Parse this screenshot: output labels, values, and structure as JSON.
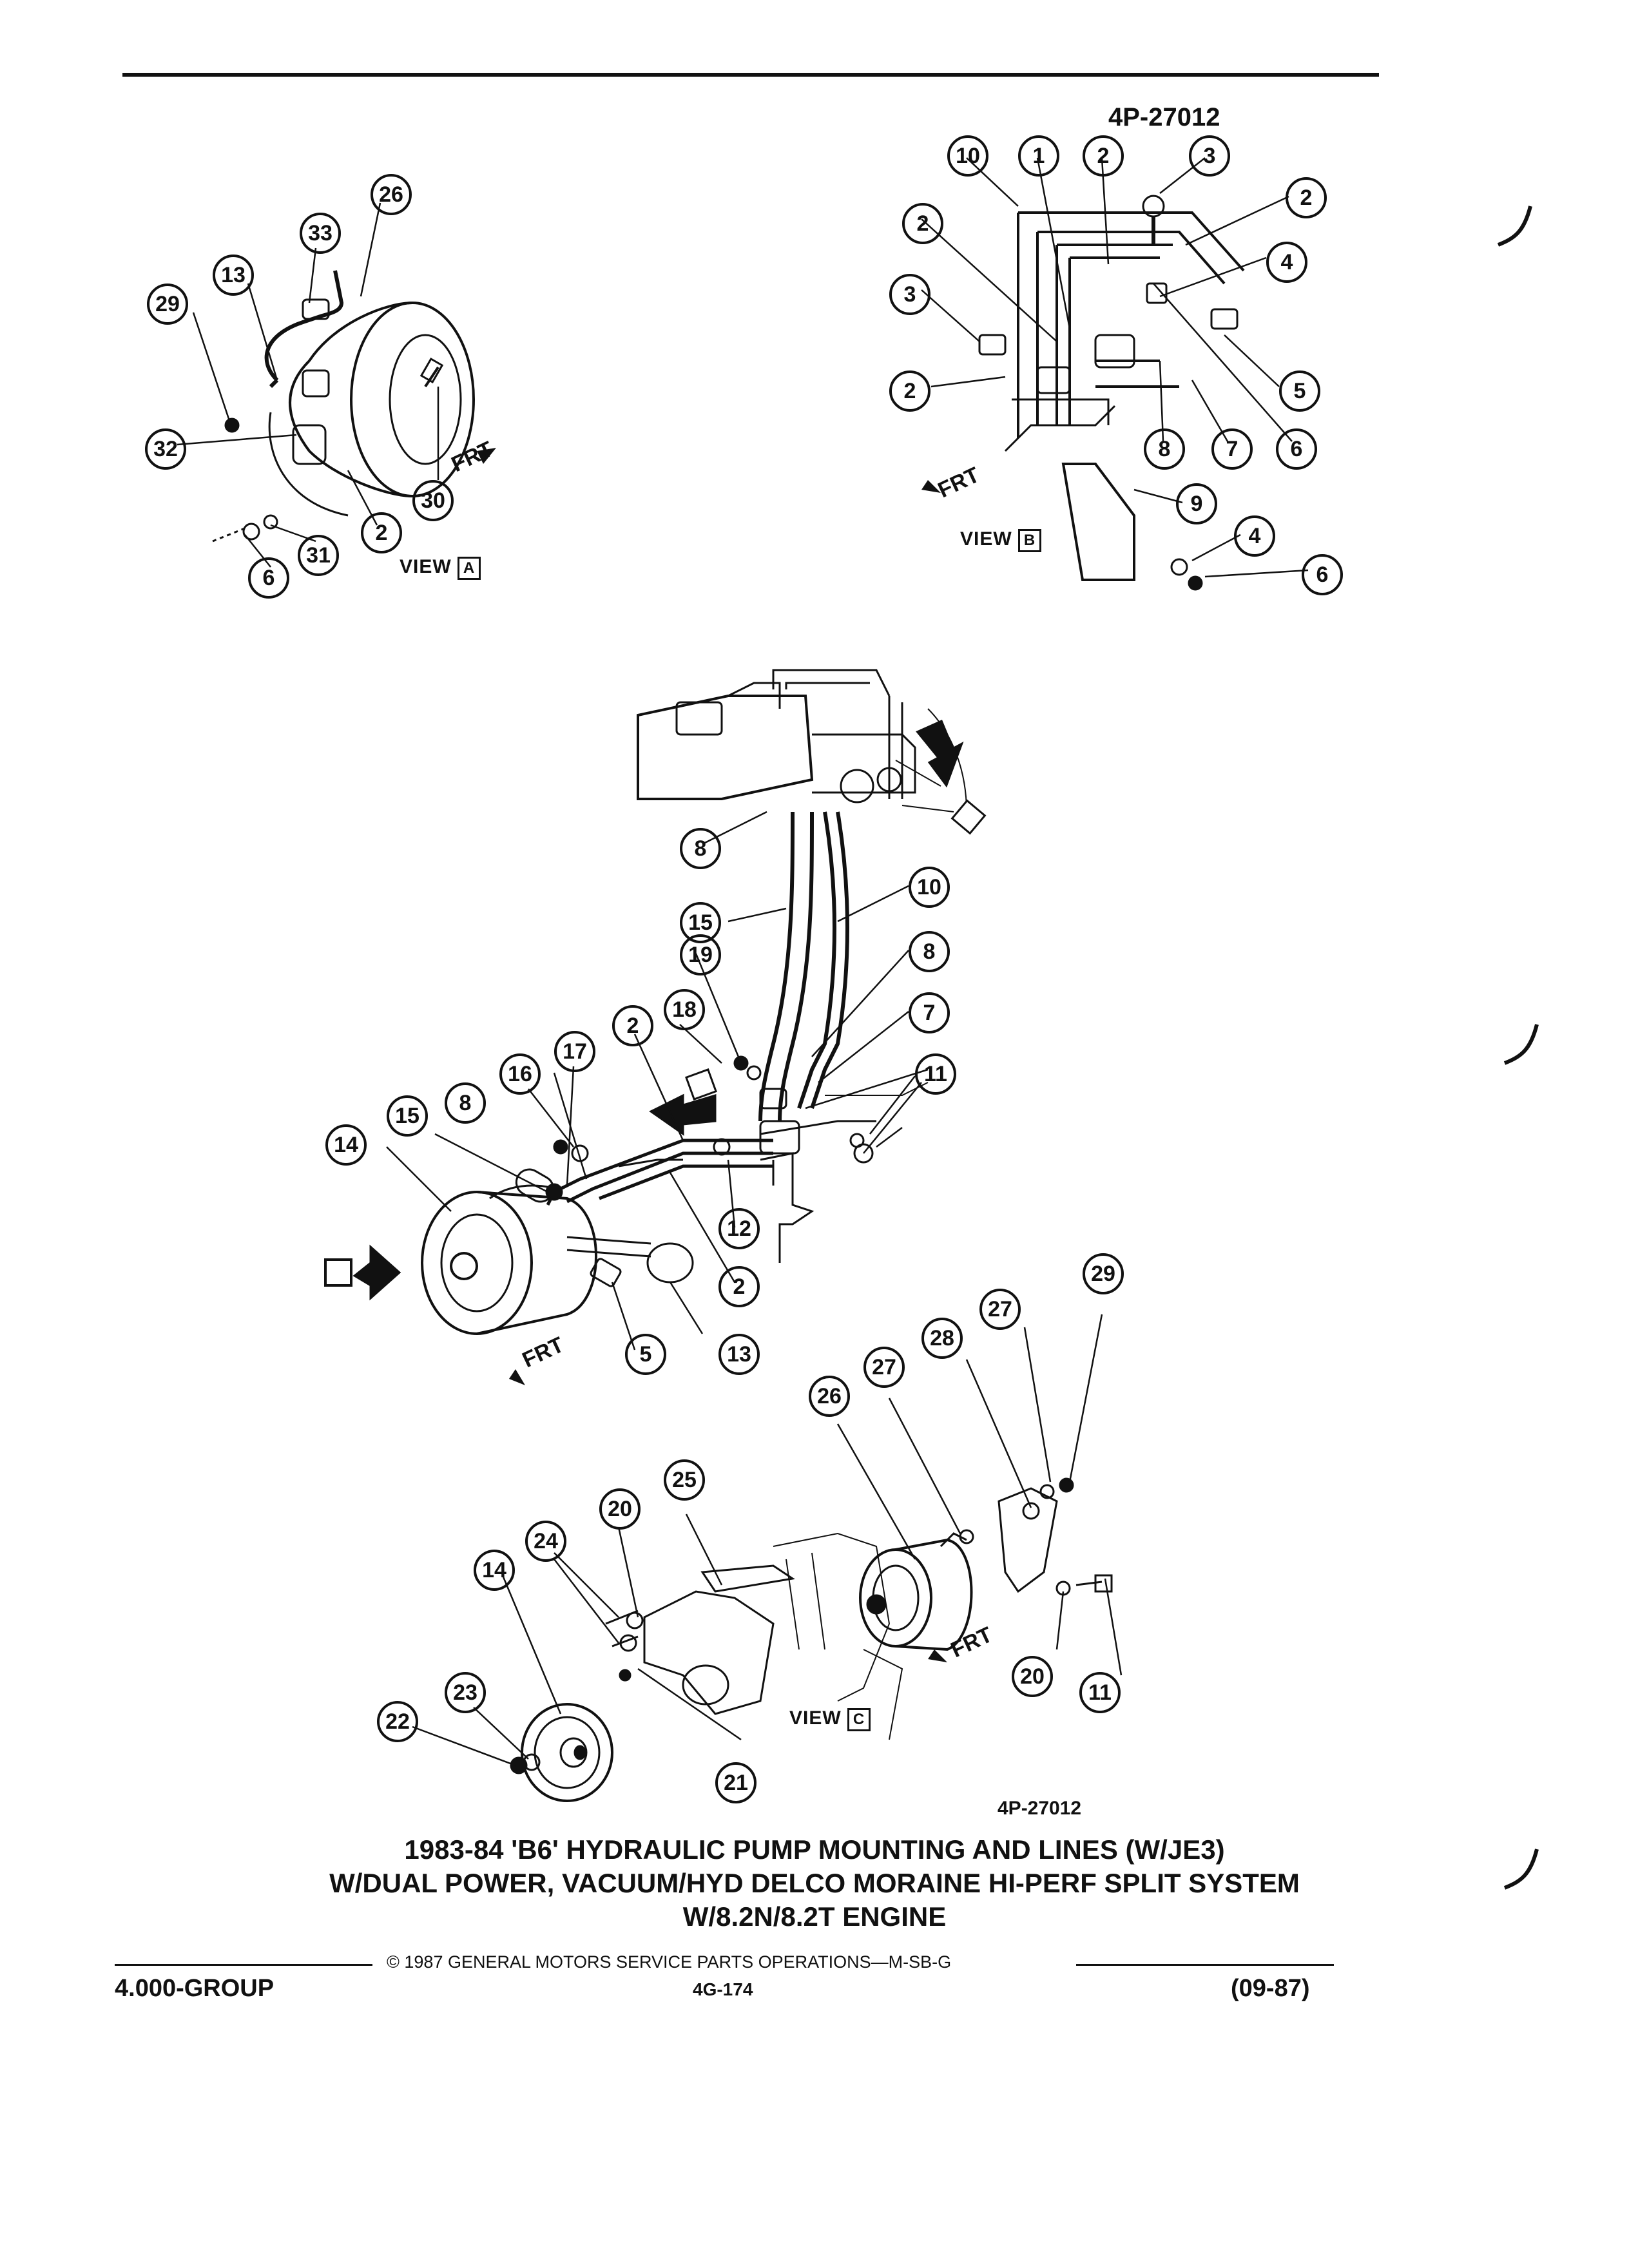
{
  "figure_code_top": "4P-27012",
  "figure_code_bottom": "4P-27012",
  "views": {
    "a": {
      "label": "VIEW",
      "letter": "A"
    },
    "b": {
      "label": "VIEW",
      "letter": "B"
    },
    "c": {
      "label": "VIEW",
      "letter": "C"
    }
  },
  "direction_label": "FRT",
  "callouts": {
    "view_a": [
      "26",
      "33",
      "13",
      "29",
      "32",
      "30",
      "2",
      "6",
      "31"
    ],
    "view_b": [
      "10",
      "1",
      "2",
      "3",
      "2",
      "4",
      "2",
      "3",
      "2",
      "5",
      "8",
      "7",
      "6",
      "9",
      "4",
      "6"
    ],
    "main": [
      "8",
      "15",
      "10",
      "19",
      "8",
      "18",
      "7",
      "2",
      "17",
      "16",
      "11",
      "15",
      "8",
      "14",
      "12",
      "2",
      "5",
      "13"
    ],
    "view_c": [
      "29",
      "27",
      "28",
      "27",
      "26",
      "25",
      "20",
      "24",
      "14",
      "20",
      "11",
      "23",
      "22",
      "21"
    ]
  },
  "caption": {
    "line1": "1983-84 'B6' HYDRAULIC PUMP MOUNTING AND LINES (W/JE3)",
    "line2": "W/DUAL POWER, VACUUM/HYD DELCO MORAINE HI-PERF SPLIT SYSTEM",
    "line3": "W/8.2N/8.2T ENGINE"
  },
  "footer": {
    "copyright": "© 1987 GENERAL MOTORS SERVICE PARTS OPERATIONS—M-SB-G",
    "group": "4.000-GROUP",
    "page": "4G-174",
    "date": "(09-87)"
  }
}
